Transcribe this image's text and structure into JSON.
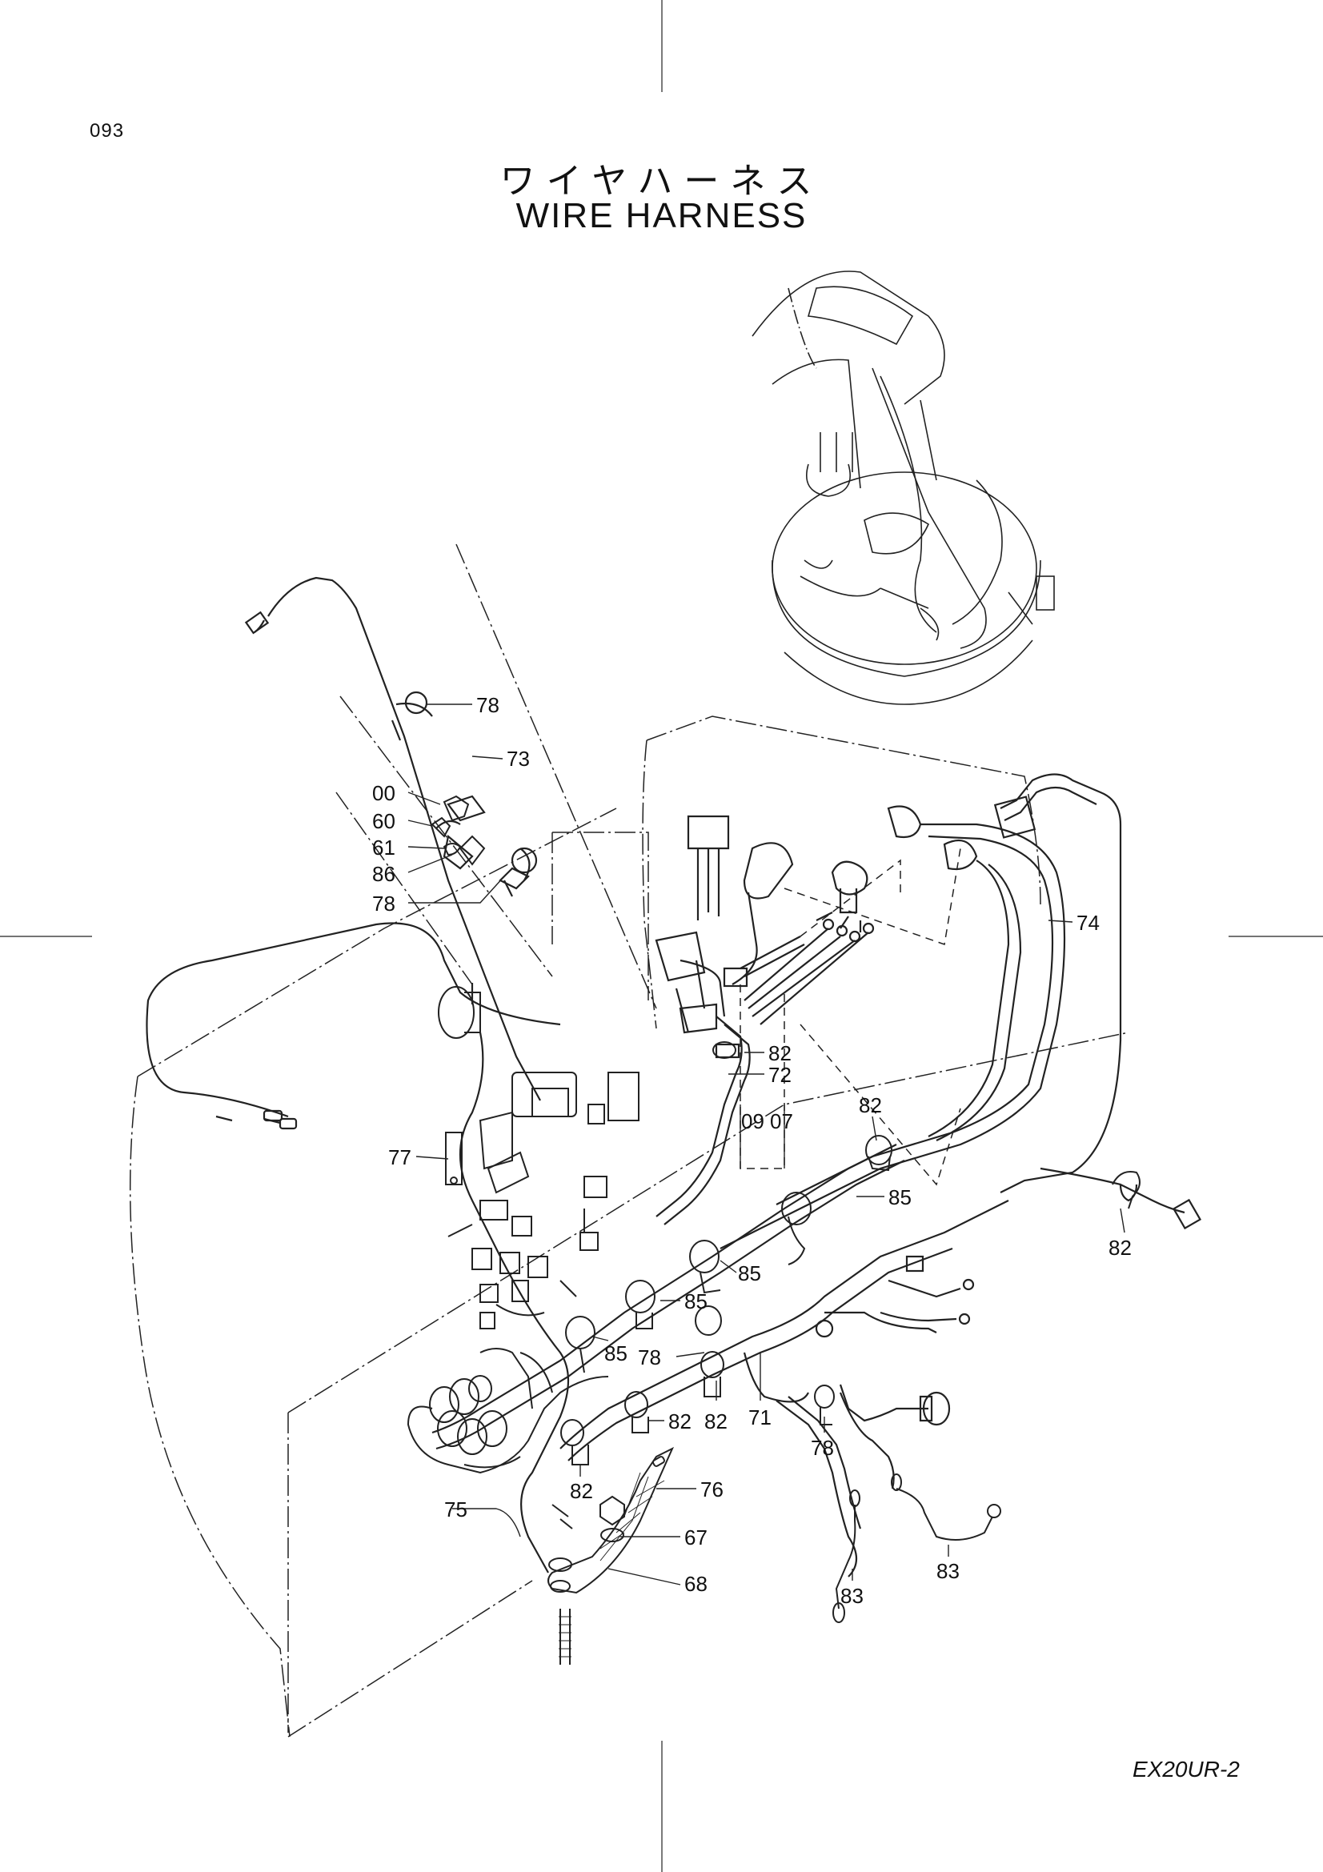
{
  "page_number": "093",
  "title_jp": "ワイヤハーネス",
  "title_en": "WIRE  HARNESS",
  "model": "EX20UR-2",
  "callouts": {
    "c78a": "78",
    "c73": "73",
    "c00": "00",
    "c60": "60",
    "c61": "61",
    "c86": "86",
    "c78b": "78",
    "c74": "74",
    "c82a": "82",
    "c72": "72",
    "c09": "09",
    "c07": "07",
    "c82b": "82",
    "c77": "77",
    "c85a": "85",
    "c82c": "82",
    "c85b": "85",
    "c85c": "85",
    "c85d": "85",
    "c78c": "78",
    "c82d": "82",
    "c82e": "82",
    "c71": "71",
    "c78d": "78",
    "c82f": "82",
    "c76": "76",
    "c75": "75",
    "c67": "67",
    "c68": "68",
    "c83a": "83",
    "c83b": "83"
  }
}
